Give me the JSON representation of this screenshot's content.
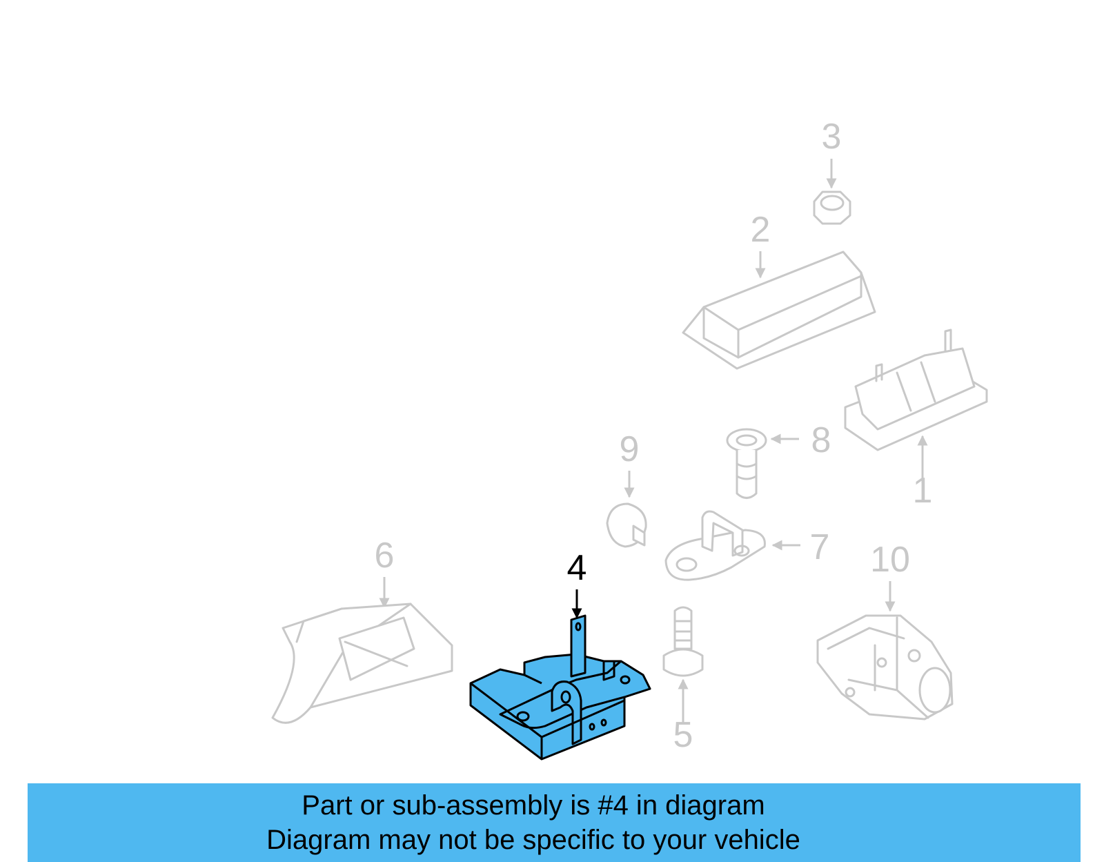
{
  "callouts": {
    "c1": "1",
    "c2": "2",
    "c3": "3",
    "c4": "4",
    "c5": "5",
    "c6": "6",
    "c7": "7",
    "c8": "8",
    "c9": "9",
    "c10": "10"
  },
  "highlighted_part": "4",
  "colors": {
    "highlight": "#4fb8f0",
    "ghost": "#c8c8c8",
    "banner": "#4fb8f0"
  },
  "banner": {
    "line1": "Part or sub-assembly is #4 in diagram",
    "line2": "Diagram may not be specific to your vehicle"
  }
}
